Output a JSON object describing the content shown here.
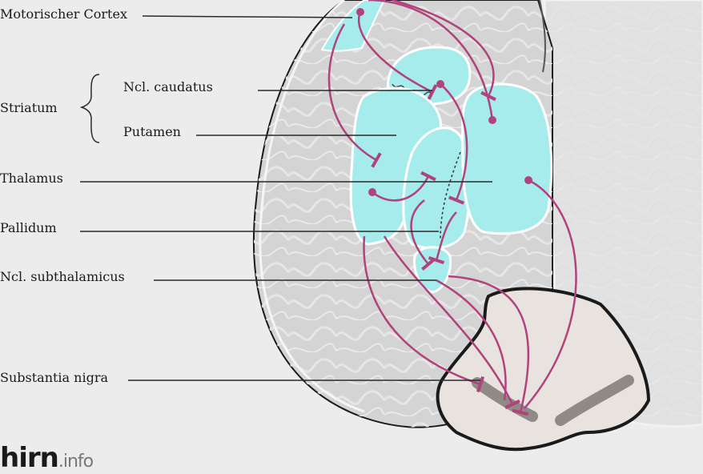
{
  "labels": {
    "motor_cortex": "Motorischer Cortex",
    "striatum": "Striatum",
    "caudate": "Ncl. caudatus",
    "putamen": "Putamen",
    "thalamus": "Thalamus",
    "pallidum": "Pallidum",
    "subthalamic": "Ncl. subthalamicus",
    "substantia_nigra": "Substantia nigra"
  },
  "logo": {
    "main": "hirn",
    "suffix": ".info"
  },
  "colors": {
    "background": "#ececec",
    "brain": "#d9d9d9",
    "nucleus_fill": "#a6ecec",
    "pathway": "#b0427c",
    "midbrain": "#e8e3df",
    "nigra_band": "#8f8a86"
  }
}
